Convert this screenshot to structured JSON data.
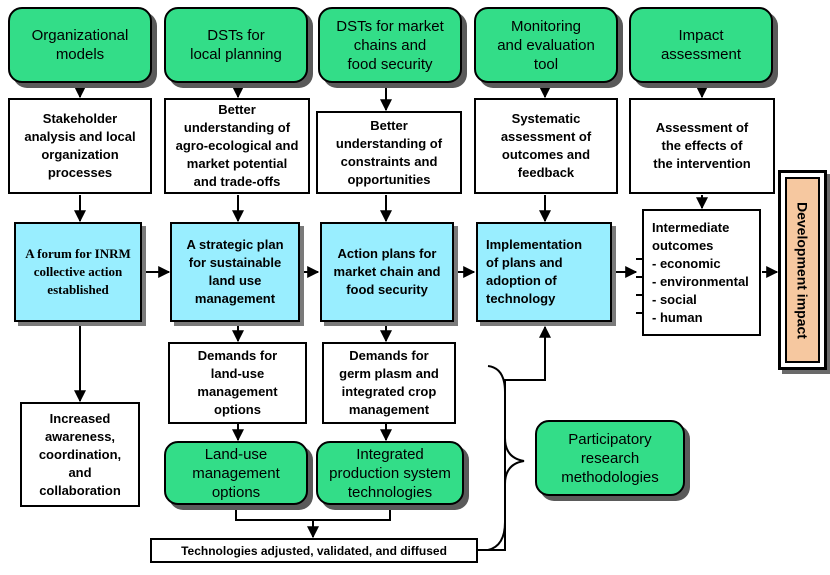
{
  "row1": {
    "org_models": "Organizational\nmodels",
    "dst_local": "DSTs for\nlocal planning",
    "dst_market": "DSTs for market\nchains and\nfood security",
    "monitoring": "Monitoring\nand evaluation\ntool",
    "impact": "Impact\nassessment"
  },
  "row2": {
    "stakeholder": "Stakeholder\nanalysis and local\norganization\nprocesses",
    "better_agro": "Better\nunderstanding of\nagro-ecological and\nmarket potential\nand trade-offs",
    "better_constraints": "Better\nunderstanding of\nconstraints and\nopportunities",
    "systematic": "Systematic\nassessment of\noutcomes and\nfeedback",
    "assessment_effects": "Assessment of\nthe effects of\nthe intervention"
  },
  "row3": {
    "forum": "A forum for INRM\ncollective action\nestablished",
    "strategic_plan": "A strategic plan\nfor sustainable\nland use\nmanagement",
    "action_plans": "Action plans for\nmarket chain and\nfood security",
    "implementation": "Implementation\nof plans and\nadoption of\ntechnology",
    "intermediate": "Intermediate\n  outcomes\n- economic\n- environmental\n- social\n- human"
  },
  "row4": {
    "demands_land": "Demands for\nland-use\nmanagement\noptions",
    "demands_germ": "Demands for\ngerm plasm and\nintegrated crop\nmanagement",
    "increased_awareness": "Increased\nawareness,\ncoordination,\nand\ncollaboration"
  },
  "row5": {
    "land_use_options": "Land-use\nmanagement\noptions",
    "integrated_production": "Integrated\nproduction system\ntechnologies",
    "participatory": "Participatory\nresearch\nmethodologies"
  },
  "bottom": {
    "technologies": "Technologies adjusted, validated, and diffused"
  },
  "development_impact": "Development impact",
  "colors": {
    "green": "#33dd88",
    "cyan": "#99eeff",
    "impact": "#f6c8a0",
    "line": "#000000"
  }
}
